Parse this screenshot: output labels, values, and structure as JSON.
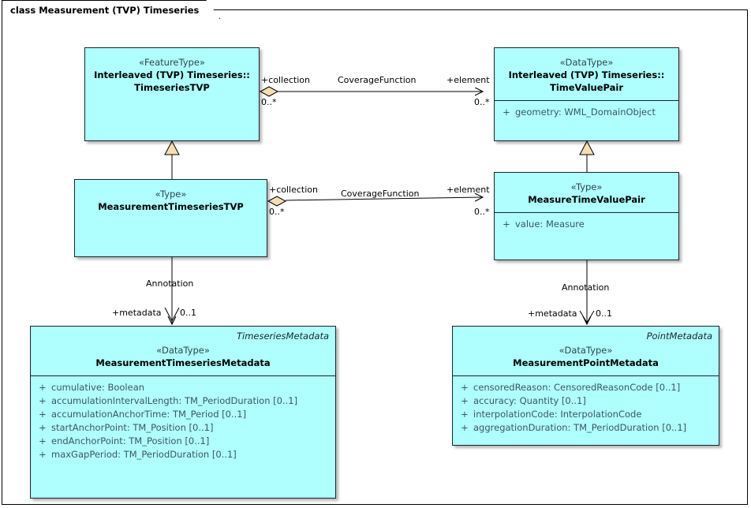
{
  "diagram": {
    "title": "class Measurement (TVP) Timeseries",
    "fill_color": "#AFFFFF",
    "border_color": "#15262E",
    "arrowhead_fill": "#F5DEB3",
    "attribute_color": "#3D5562"
  },
  "classes": {
    "timeseries_tvp": {
      "namespace": "",
      "stereotype": "«FeatureType»",
      "name_line1": "Interleaved (TVP) Timeseries::",
      "name_line2": "TimeseriesTVP",
      "attributes": []
    },
    "time_value_pair": {
      "namespace": "",
      "stereotype": "«DataType»",
      "name_line1": "Interleaved (TVP) Timeseries::",
      "name_line2": "TimeValuePair",
      "attributes": [
        {
          "visibility": "+",
          "signature": "geometry: WML_DomainObject"
        }
      ]
    },
    "measurement_timeseries_tvp": {
      "namespace": "",
      "stereotype": "«Type»",
      "name_line1": "MeasurementTimeseriesTVP",
      "name_line2": "",
      "attributes": []
    },
    "measure_time_value_pair": {
      "namespace": "",
      "stereotype": "«Type»",
      "name_line1": "MeasureTimeValuePair",
      "name_line2": "",
      "attributes": [
        {
          "visibility": "+",
          "signature": "value: Measure"
        }
      ]
    },
    "measurement_timeseries_metadata": {
      "namespace": "TimeseriesMetadata",
      "stereotype": "«DataType»",
      "name_line1": "MeasurementTimeseriesMetadata",
      "name_line2": "",
      "attributes": [
        {
          "visibility": "+",
          "signature": "cumulative: Boolean"
        },
        {
          "visibility": "+",
          "signature": "accumulationIntervalLength: TM_PeriodDuration [0..1]"
        },
        {
          "visibility": "+",
          "signature": "accumulationAnchorTime: TM_Period [0..1]"
        },
        {
          "visibility": "+",
          "signature": "startAnchorPoint: TM_Position [0..1]"
        },
        {
          "visibility": "+",
          "signature": "endAnchorPoint: TM_Position [0..1]"
        },
        {
          "visibility": "+",
          "signature": "maxGapPeriod: TM_PeriodDuration [0..1]"
        }
      ]
    },
    "measurement_point_metadata": {
      "namespace": "PointMetadata",
      "stereotype": "«DataType»",
      "name_line1": "MeasurementPointMetadata",
      "name_line2": "",
      "attributes": [
        {
          "visibility": "+",
          "signature": "censoredReason: CensoredReasonCode [0..1]"
        },
        {
          "visibility": "+",
          "signature": "accuracy: Quantity [0..1]"
        },
        {
          "visibility": "+",
          "signature": "interpolationCode: InterpolationCode"
        },
        {
          "visibility": "+",
          "signature": "aggregationDuration: TM_PeriodDuration [0..1]"
        }
      ]
    }
  },
  "connectors": {
    "top_coverage": {
      "name": "CoverageFunction",
      "source_role": "+collection",
      "source_mult": "0..*",
      "target_role": "+element",
      "target_mult": "0..*"
    },
    "middle_coverage": {
      "name": "CoverageFunction",
      "source_role": "+collection",
      "source_mult": "0..*",
      "target_role": "+element",
      "target_mult": "0..*"
    },
    "left_annotation": {
      "name": "Annotation",
      "target_role": "+metadata",
      "target_mult": "0..1"
    },
    "right_annotation": {
      "name": "Annotation",
      "target_role": "+metadata",
      "target_mult": "0..1"
    }
  }
}
